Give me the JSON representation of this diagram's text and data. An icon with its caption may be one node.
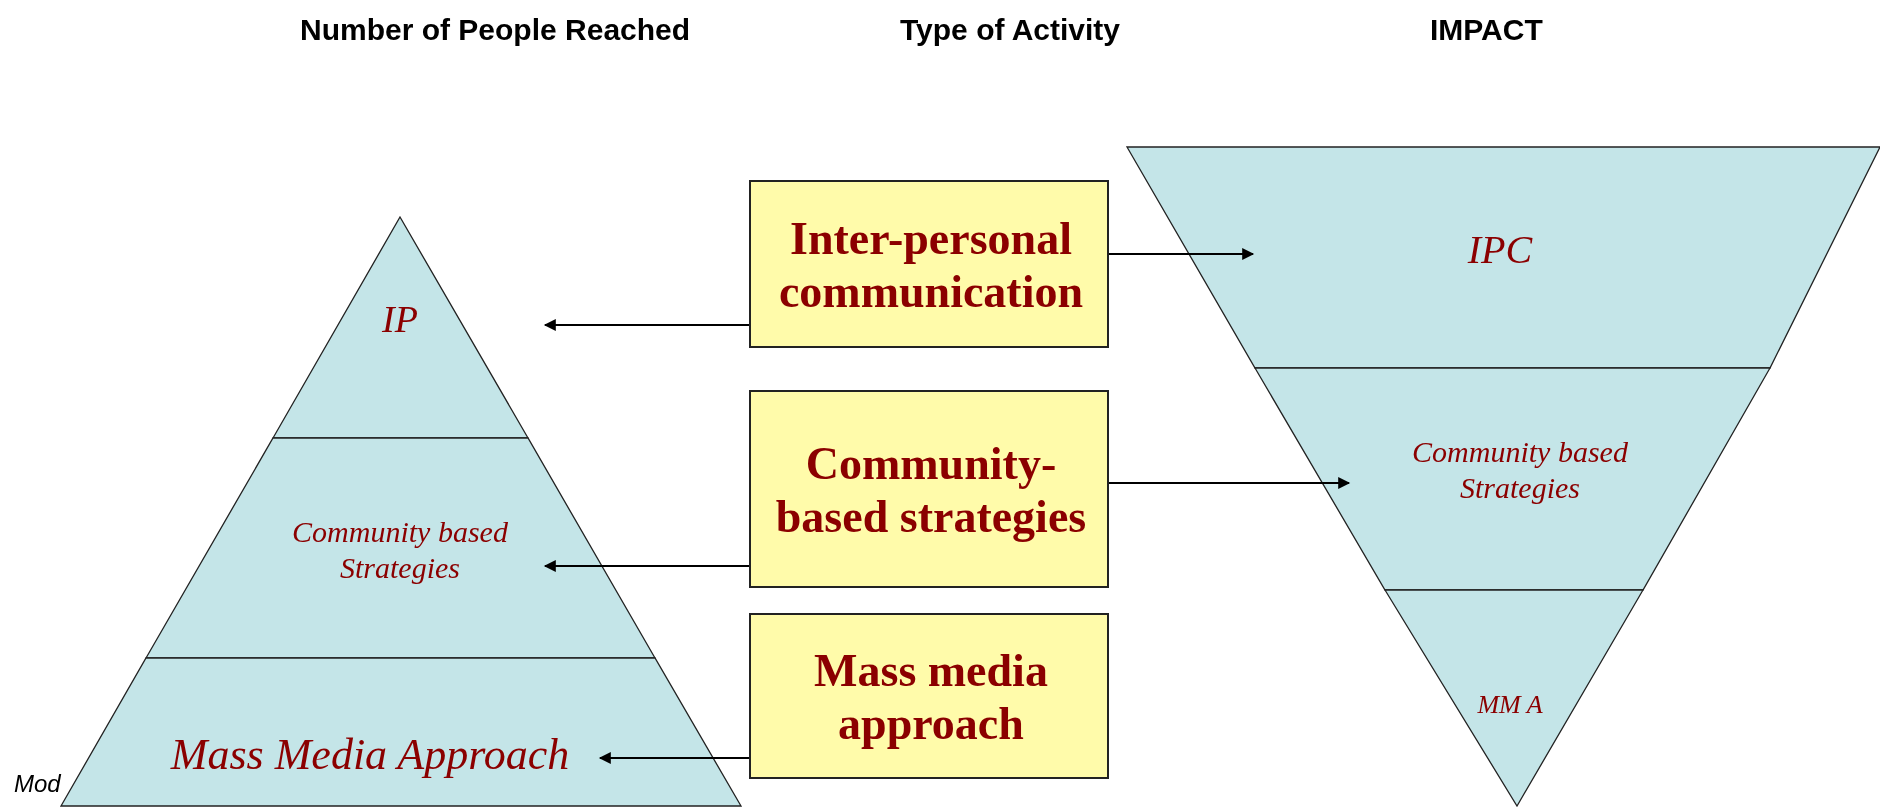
{
  "diagram": {
    "nodes": [
      {
        "text": [
          "IP"
        ]
      },
      {
        "text": [
          "Community based Strategies"
        ]
      },
      {
        "text": [
          "Mass Media Approach"
        ]
      },
      {
        "text": [
          "Inter-personal communication"
        ]
      },
      {
        "text": [
          "Community-based strategies"
        ]
      },
      {
        "text": [
          "Mass media approach"
        ]
      },
      {
        "text": [
          "IPC"
        ]
      },
      {
        "text": [
          "Community based Strategies"
        ]
      },
      {
        "text": [
          "MM A"
        ]
      }
    ],
    "edges": [
      {
        "from": 3,
        "to": 0,
        "arrow": "to"
      },
      {
        "from": 4,
        "to": 1,
        "arrow": "to"
      },
      {
        "from": 5,
        "to": 2,
        "arrow": "to"
      },
      {
        "from": 3,
        "to": 6,
        "arrow": "to"
      },
      {
        "from": 4,
        "to": 7,
        "arrow": "to"
      }
    ],
    "labels": [
      "Number of People Reached",
      "Type of Activity",
      "IMPACT",
      "Mod"
    ]
  }
}
